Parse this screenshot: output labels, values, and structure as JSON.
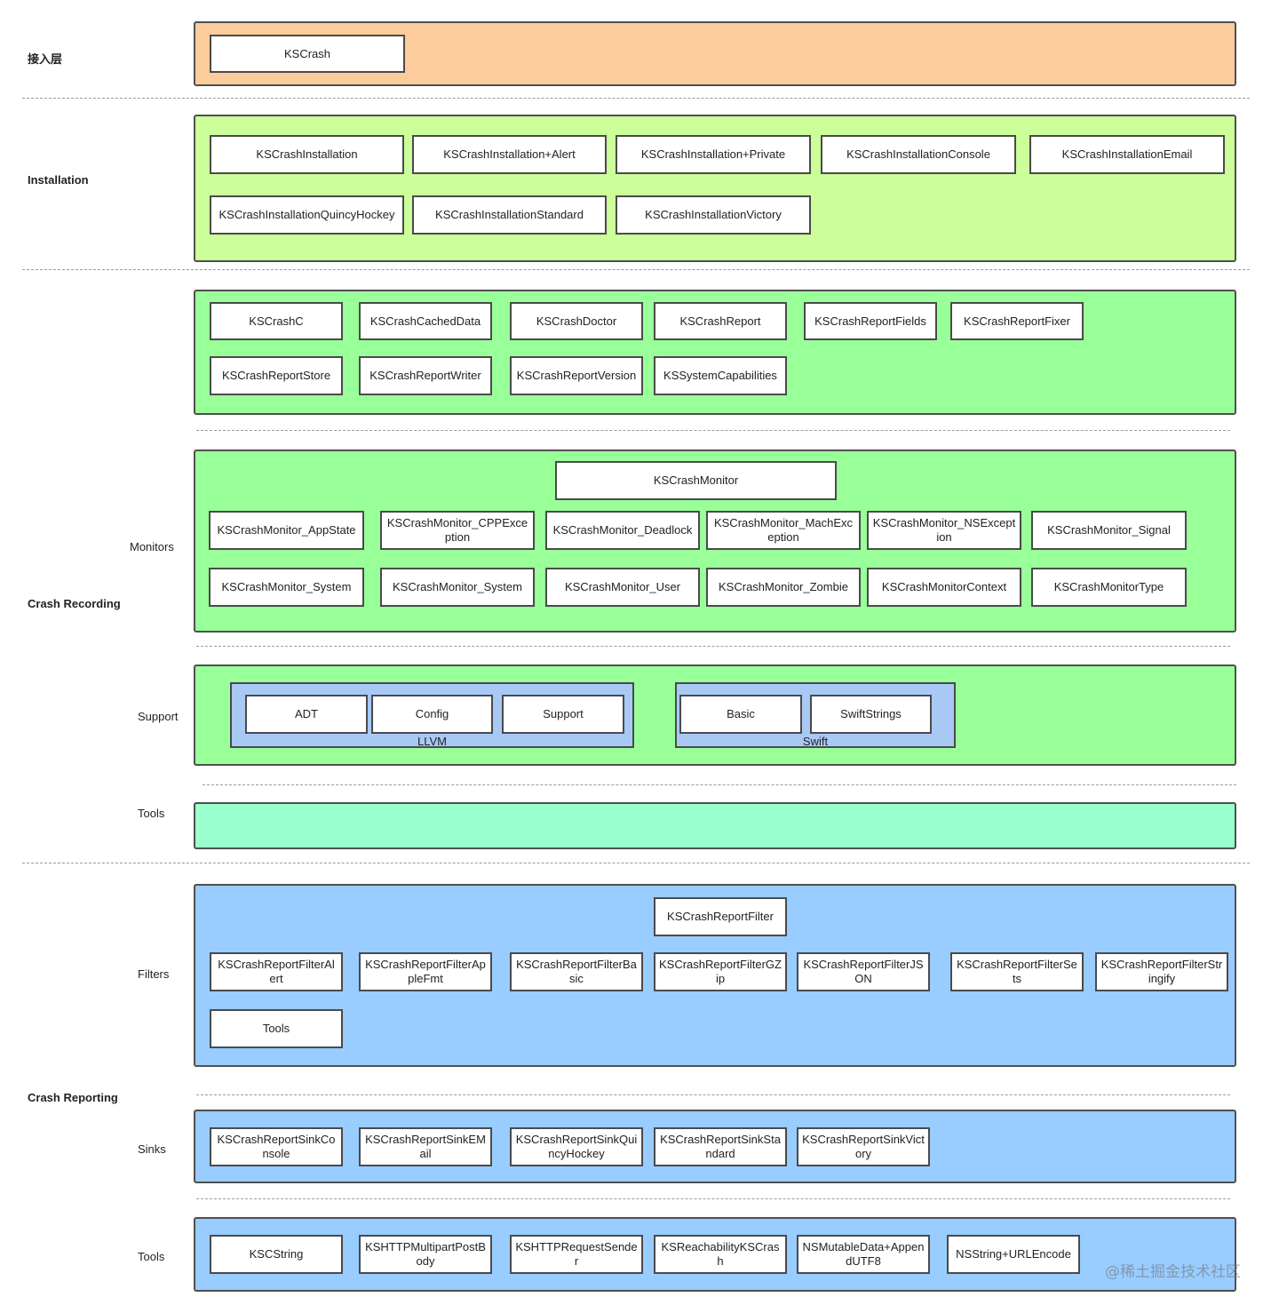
{
  "colors": {
    "access": "#fdcc9c",
    "installation": "#ccff99",
    "recording": "#99ff99",
    "tools": "#99ffcc",
    "reporting": "#99ccff",
    "group": "#a9c9f5"
  },
  "labels": {
    "access_layer": "接入层",
    "installation": "Installation",
    "monitors": "Monitors",
    "crash_recording": "Crash Recording",
    "support": "Support",
    "recording_tools": "Tools",
    "filters": "Filters",
    "crash_reporting": "Crash Reporting",
    "sinks": "Sinks",
    "reporting_tools": "Tools"
  },
  "access": [
    "KSCrash"
  ],
  "installation": [
    "KSCrashInstallation",
    "KSCrashInstallation+Alert",
    "KSCrashInstallation+Private",
    "KSCrashInstallationConsole",
    "KSCrashInstallationEmail",
    "KSCrashInstallationQuincyHockey",
    "KSCrashInstallationStandard",
    "KSCrashInstallationVictory"
  ],
  "recording_core": [
    "KSCrashC",
    "KSCrashCachedData",
    "KSCrashDoctor",
    "KSCrashReport",
    "KSCrashReportFields",
    "KSCrashReportFixer",
    "KSCrashReportStore",
    "KSCrashReportWriter",
    "KSCrashReportVersion",
    "KSSystemCapabilities"
  ],
  "monitors": {
    "main": "KSCrashMonitor",
    "items": [
      "KSCrashMonitor_AppState",
      "KSCrashMonitor_CPPException",
      "KSCrashMonitor_Deadlock",
      "KSCrashMonitor_MachException",
      "KSCrashMonitor_NSException",
      "KSCrashMonitor_Signal",
      "KSCrashMonitor_System",
      "KSCrashMonitor_System",
      "KSCrashMonitor_User",
      "KSCrashMonitor_Zombie",
      "KSCrashMonitorContext",
      "KSCrashMonitorType"
    ]
  },
  "support": {
    "llvm": {
      "title": "LLVM",
      "items": [
        "ADT",
        "Config",
        "Support"
      ]
    },
    "swift": {
      "title": "Swift",
      "items": [
        "Basic",
        "SwiftStrings"
      ]
    }
  },
  "filters": {
    "main": "KSCrashReportFilter",
    "items": [
      "KSCrashReportFilterAlert",
      "KSCrashReportFilterAppleFmt",
      "KSCrashReportFilterBasic",
      "KSCrashReportFilterGZip",
      "KSCrashReportFilterJSON",
      "KSCrashReportFilterSets",
      "KSCrashReportFilterStringify",
      "Tools"
    ]
  },
  "sinks": [
    "KSCrashReportSinkConsole",
    "KSCrashReportSinkEMail",
    "KSCrashReportSinkQuincyHockey",
    "KSCrashReportSinkStandard",
    "KSCrashReportSinkVictory"
  ],
  "reporting_tools": [
    "KSCString",
    "KSHTTPMultipartPostBody",
    "KSHTTPRequestSender",
    "KSReachabilityKSCrash",
    "NSMutableData+AppendUTF8",
    "NSString+URLEncode"
  ],
  "watermark": "@稀土掘金技术社区"
}
